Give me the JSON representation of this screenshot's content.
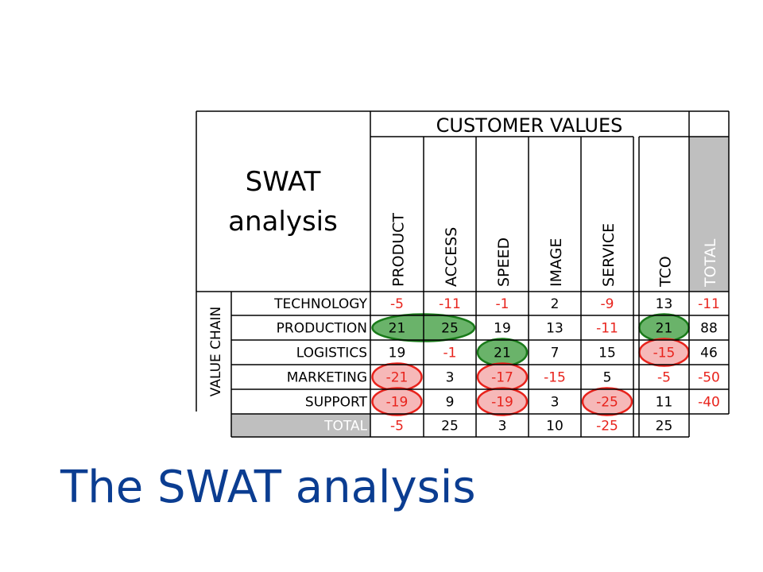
{
  "slide": {
    "title": "The SWAT analysis"
  },
  "table": {
    "corner_title_line1": "SWAT",
    "corner_title_line2": "analysis",
    "customer_values_header": "CUSTOMER VALUES",
    "value_chain_label": "VALUE CHAIN",
    "columns": [
      "PRODUCT",
      "ACCESS",
      "SPEED",
      "IMAGE",
      "SERVICE"
    ],
    "tco_column": "TCO",
    "total_column": "TOTAL",
    "total_row_label": "TOTAL",
    "rows": [
      {
        "label": "TECHNOLOGY",
        "values": [
          "-5",
          "-11",
          "-1",
          "2",
          "-9"
        ],
        "tco": "13",
        "total": "-11"
      },
      {
        "label": "PRODUCTION",
        "values": [
          "21",
          "25",
          "19",
          "13",
          "-11"
        ],
        "tco": "21",
        "total": "88"
      },
      {
        "label": "LOGISTICS",
        "values": [
          "19",
          "-1",
          "21",
          "7",
          "15"
        ],
        "tco": "-15",
        "total": "46"
      },
      {
        "label": "MARKETING",
        "values": [
          "-21",
          "3",
          "-17",
          "-15",
          "5"
        ],
        "tco": "-5",
        "total": "-50"
      },
      {
        "label": "SUPPORT",
        "values": [
          "-19",
          "9",
          "-19",
          "3",
          "-25"
        ],
        "tco": "11",
        "total": "-40"
      }
    ],
    "column_totals": [
      "-5",
      "25",
      "3",
      "10",
      "-25"
    ],
    "tco_total": "25",
    "highlights": [
      {
        "kind": "strength",
        "row": 1,
        "col_from": 0,
        "col_to": 1
      },
      {
        "kind": "strength",
        "row": 2,
        "col_from": 2,
        "col_to": 2
      },
      {
        "kind": "strength",
        "row": 1,
        "col_from": 5,
        "col_to": 5
      },
      {
        "kind": "weakness",
        "row": 2,
        "col_from": 5,
        "col_to": 5
      },
      {
        "kind": "weakness",
        "row": 3,
        "col_from": 0,
        "col_to": 0
      },
      {
        "kind": "weakness",
        "row": 4,
        "col_from": 0,
        "col_to": 0
      },
      {
        "kind": "weakness",
        "row": 3,
        "col_from": 2,
        "col_to": 2
      },
      {
        "kind": "weakness",
        "row": 4,
        "col_from": 2,
        "col_to": 2
      },
      {
        "kind": "weakness",
        "row": 4,
        "col_from": 4,
        "col_to": 4
      }
    ],
    "colors": {
      "negative_text": "#e8231c",
      "positive_text": "#000000",
      "total_fill": "#bfbfbf",
      "total_header_text": "#ffffff",
      "strength_fill": "#6ab36a",
      "strength_stroke": "#1a7a1a",
      "weakness_fill": "#f6b8b8",
      "weakness_stroke": "#e8231c",
      "title_color": "#0b3d91"
    }
  }
}
